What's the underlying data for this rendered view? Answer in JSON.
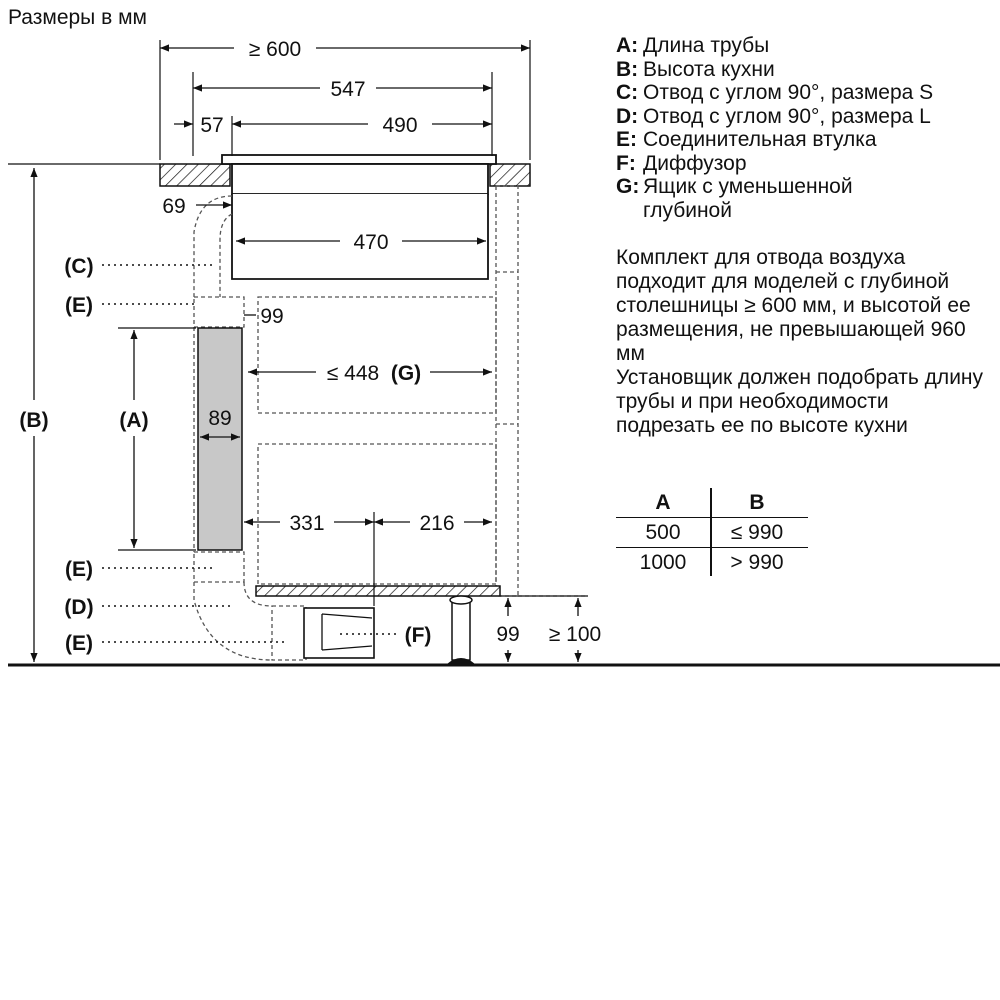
{
  "header": {
    "units_label": "Размеры в мм"
  },
  "legend": [
    {
      "key": "A:",
      "text": "Длина трубы"
    },
    {
      "key": "B:",
      "text": "Высота кухни"
    },
    {
      "key": "C:",
      "text": "Отвод с углом 90°, размера S"
    },
    {
      "key": "D:",
      "text": "Отвод с углом 90°, размера L"
    },
    {
      "key": "E:",
      "text": "Соединительная втулка"
    },
    {
      "key": "F:",
      "text": "Диффузор"
    },
    {
      "key": "G:",
      "text": "Ящик с уменьшенной глубиной"
    }
  ],
  "note": {
    "line1": "Комплект для отвода воздуха подходит для моделей с глубиной столешницы ≥ 600 мм, и высотой ее размещения, не превышающей 960 мм",
    "line2": "Установщик должен подобрать длину трубы и при необходимости подрезать ее по высоте кухни"
  },
  "table": {
    "headers": [
      "A",
      "B"
    ],
    "rows": [
      [
        "500",
        "≤ 990"
      ],
      [
        "1000",
        "> 990"
      ]
    ]
  },
  "dimensions": {
    "d600": "≥ 600",
    "d547": "547",
    "d57": "57",
    "d490": "490",
    "d69": "69",
    "d470": "470",
    "d99_duct": "99",
    "d448": "≤ 448",
    "d448_tag": "(G)",
    "d89": "89",
    "d331": "331",
    "d216": "216",
    "d99_base": "99",
    "d100": "≥ 100"
  },
  "callouts": {
    "A": "(A)",
    "B": "(B)",
    "C": "(C)",
    "D": "(D)",
    "E1": "(E)",
    "E2": "(E)",
    "E3": "(E)",
    "F": "(F)"
  },
  "colors": {
    "line": "#111111",
    "duct_fill": "#c8c8c8",
    "dash": "#555555"
  }
}
